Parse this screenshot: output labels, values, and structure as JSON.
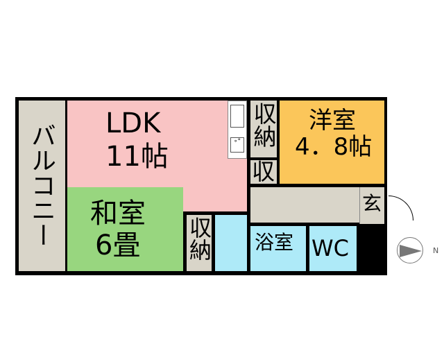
{
  "rooms": {
    "balcony": {
      "label": "バルコニー",
      "color": "#d9d5c9"
    },
    "ldk": {
      "label": "LDK",
      "size": "11帖",
      "color": "#f9c4c4"
    },
    "washitsu": {
      "label": "和室",
      "size": "6畳",
      "color": "#98d67f"
    },
    "yoshitsu": {
      "label": "洋室",
      "size": "4．8帖",
      "color": "#fbc65a"
    },
    "storage1": {
      "label": "収納"
    },
    "storage2": {
      "label": "収"
    },
    "storage3": {
      "label": "収納"
    },
    "bath": {
      "label": "浴室",
      "color": "#aeeaf8"
    },
    "wc": {
      "label": "WC"
    },
    "genkan": {
      "label": "玄"
    }
  },
  "compass": {
    "label": "N"
  }
}
